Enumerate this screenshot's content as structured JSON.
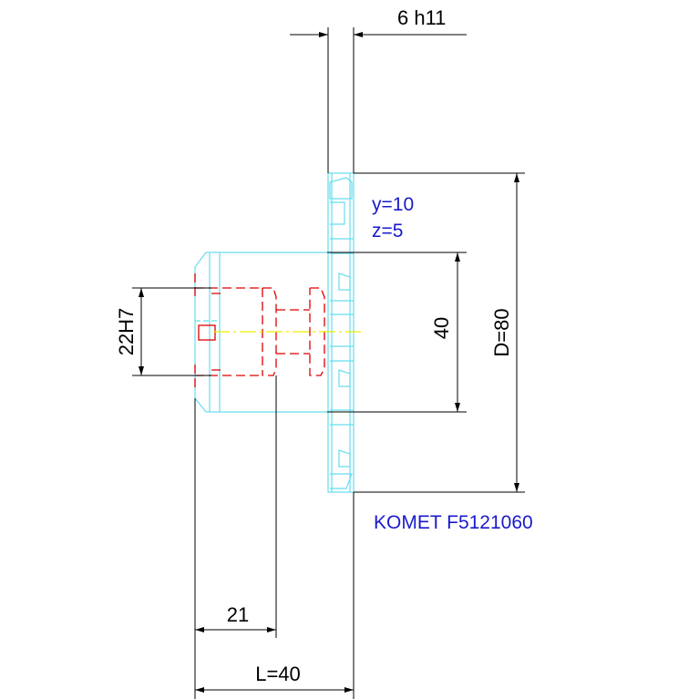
{
  "dimensions": {
    "width": "6 h11",
    "diameter": "D=80",
    "hub": "40",
    "bore": "22H7",
    "length": "L=40",
    "partial": "21"
  },
  "notes": {
    "teeth": "y=10",
    "z": "z=5",
    "product": "KOMET F5121060"
  },
  "colors": {
    "dimension": "#000000",
    "cutter": "#66ddee",
    "hidden": "#dd0000",
    "centerline": "#eeee00",
    "note": "#1a1acc"
  }
}
